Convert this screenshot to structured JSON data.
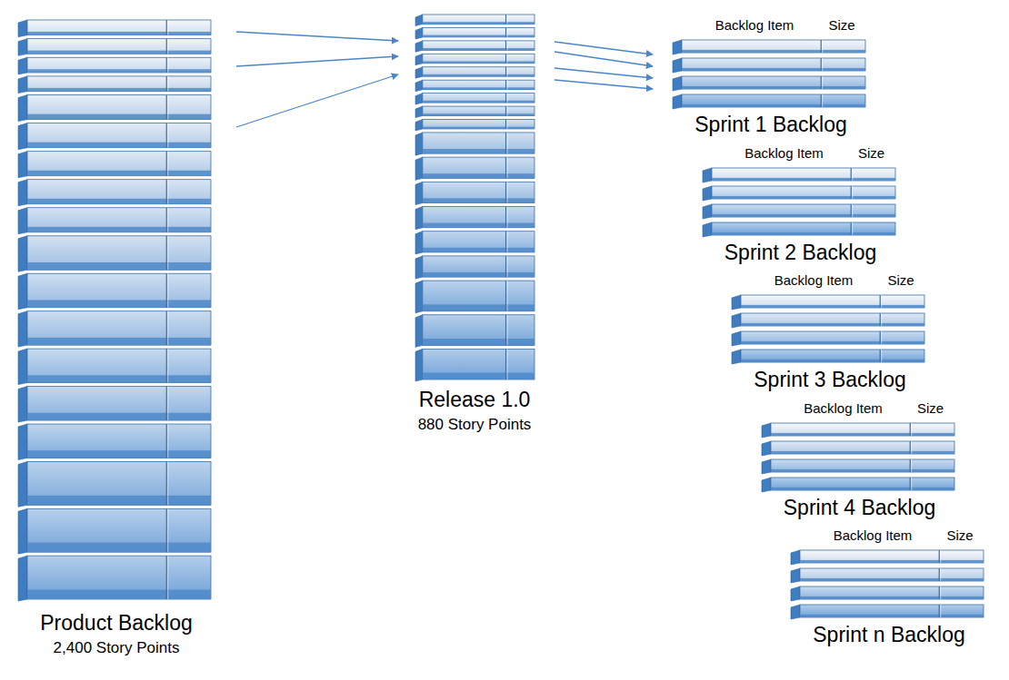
{
  "diagram": {
    "nodes": [
      {
        "text": [
          "Product Backlog",
          "2,400 Story Points"
        ]
      },
      {
        "text": [
          "Release 1.0",
          "880 Story Points"
        ]
      },
      {
        "text": [
          "Backlog Item",
          "Size",
          "Sprint 1 Backlog"
        ]
      },
      {
        "text": [
          "Backlog Item",
          "Size",
          "Sprint 2 Backlog"
        ]
      },
      {
        "text": [
          "Backlog Item",
          "Size",
          "Sprint 3 Backlog"
        ]
      },
      {
        "text": [
          "Backlog Item",
          "Size",
          "Sprint 4 Backlog"
        ]
      },
      {
        "text": [
          "Backlog Item",
          "Size",
          "Sprint n Backlog"
        ]
      }
    ],
    "edges": [
      {
        "from": 0,
        "to": 1,
        "arrow": "to"
      },
      {
        "from": 0,
        "to": 1,
        "arrow": "to"
      },
      {
        "from": 0,
        "to": 1,
        "arrow": "to"
      },
      {
        "from": 1,
        "to": 2,
        "arrow": "to"
      },
      {
        "from": 1,
        "to": 2,
        "arrow": "to"
      },
      {
        "from": 1,
        "to": 2,
        "arrow": "to"
      },
      {
        "from": 1,
        "to": 2,
        "arrow": "to"
      }
    ]
  }
}
